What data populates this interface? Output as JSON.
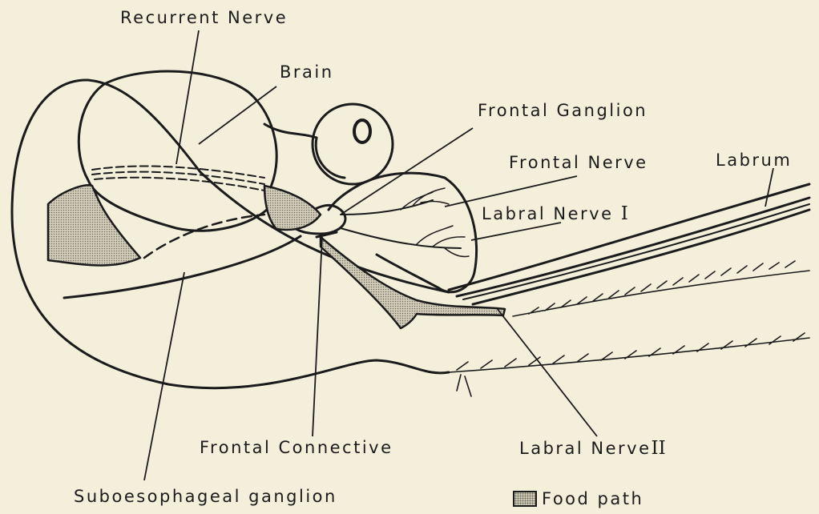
{
  "labels": {
    "recurrent_nerve": "Recurrent Nerve",
    "brain": "Brain",
    "frontal_ganglion": "Frontal Ganglion",
    "frontal_nerve": "Frontal Nerve",
    "labrum": "Labrum",
    "labral_nerve_1": "Labral Nerve",
    "labral_nerve_1_numeral": "I",
    "frontal_connective": "Frontal Connective",
    "labral_nerve_2": "Labral Nerve",
    "labral_nerve_2_numeral": "II",
    "suboesophageal_ganglion": "Suboesophageal ganglion"
  },
  "legend": {
    "food_path": "Food path"
  },
  "colors": {
    "background": "#f3efdb",
    "ink": "#1b1b1b",
    "food_path_fill": "#cfcab6"
  }
}
